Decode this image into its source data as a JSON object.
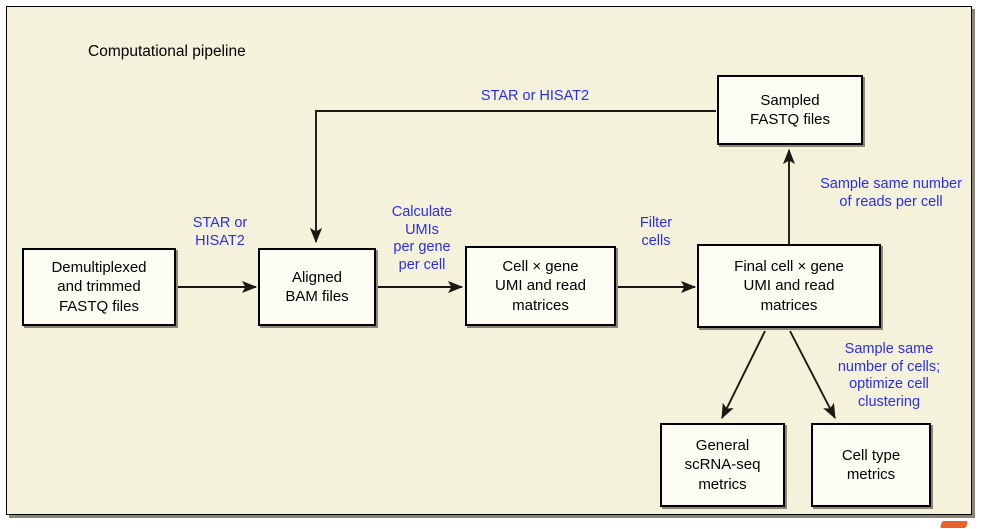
{
  "figure": {
    "title": "Computational pipeline",
    "background_color": "#f5f2db",
    "node_fill": "#fdfcf3",
    "node_border": "#000000",
    "label_color": "#2c2cf0",
    "accent_mark_color": "#e8642a"
  },
  "nodes": {
    "demultiplexed": "Demultiplexed\nand trimmed\nFASTQ files",
    "aligned_bam": "Aligned\nBAM files",
    "cell_gene_matrix": "Cell × gene\nUMI and read\nmatrices",
    "final_matrix": "Final cell × gene\nUMI and read\nmatrices",
    "sampled_fastq": "Sampled\nFASTQ files",
    "general_metrics": "General\nscRNA-seq\nmetrics",
    "celltype_metrics": "Cell type\nmetrics"
  },
  "edge_labels": {
    "star_hisat2_left": "STAR or\nHISAT2",
    "calculate_umis": "Calculate UMIs\nper gene\nper cell",
    "filter_cells": "Filter\ncells",
    "star_hisat2_top": "STAR or HISAT2",
    "sample_reads": "Sample same number\nof reads per cell",
    "sample_cells": "Sample same\nnumber of cells;\noptimize cell\nclustering"
  }
}
